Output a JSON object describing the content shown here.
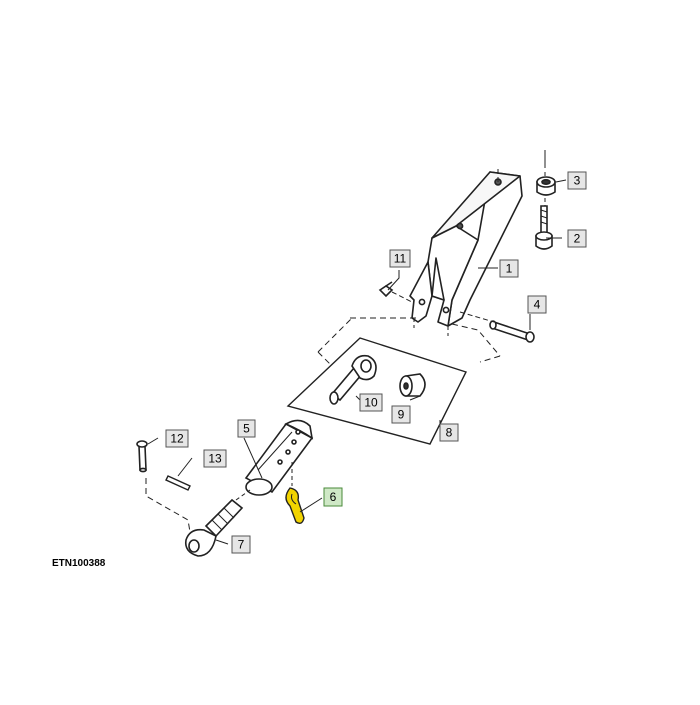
{
  "diagram": {
    "drawing_code": "ETN100388",
    "colors": {
      "line": "#222222",
      "callout_fill": "#e6e6e6",
      "callout_border": "#555555",
      "highlight_part": "#f2d400",
      "highlight_callout_fill": "#cfe8c6",
      "highlight_callout_border": "#4a8a3a"
    },
    "callouts": [
      {
        "label": "1",
        "part": "bracket",
        "highlighted": false
      },
      {
        "label": "2",
        "part": "bolt",
        "highlighted": false
      },
      {
        "label": "3",
        "part": "nut",
        "highlighted": false
      },
      {
        "label": "4",
        "part": "pin",
        "highlighted": false
      },
      {
        "label": "5",
        "part": "link-tube",
        "highlighted": false
      },
      {
        "label": "6",
        "part": "retaining-clip",
        "highlighted": true
      },
      {
        "label": "7",
        "part": "threaded-rod-end",
        "highlighted": false
      },
      {
        "label": "8",
        "part": "kit-group",
        "highlighted": false
      },
      {
        "label": "9",
        "part": "bushing",
        "highlighted": false
      },
      {
        "label": "10",
        "part": "swivel-end",
        "highlighted": false
      },
      {
        "label": "11",
        "part": "small-clip",
        "highlighted": false
      },
      {
        "label": "12",
        "part": "clevis-pin",
        "highlighted": false
      },
      {
        "label": "13",
        "part": "cotter-pin",
        "highlighted": false
      }
    ]
  }
}
